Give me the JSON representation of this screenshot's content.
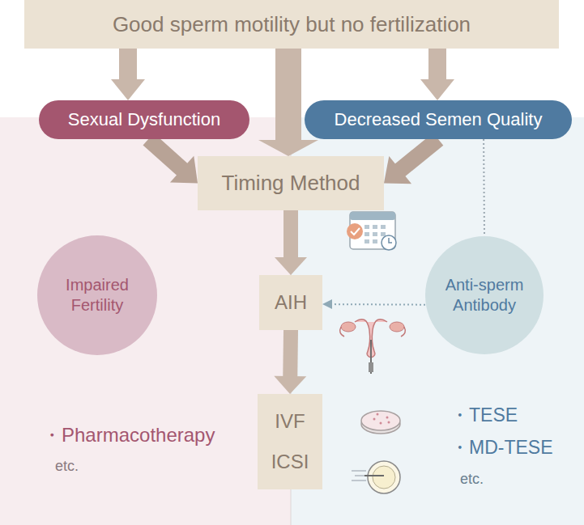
{
  "diagram": {
    "nodes": [
      {
        "text": [
          "Good sperm motility but no fertilization"
        ]
      },
      {
        "text": [
          "Sexual Dysfunction"
        ]
      },
      {
        "text": [
          "Decreased Semen Quality"
        ]
      },
      {
        "text": [
          "Timing Method"
        ]
      },
      {
        "text": [
          "Impaired Fertility"
        ]
      },
      {
        "text": [
          "AIH"
        ]
      },
      {
        "text": [
          "Anti-sperm Antibody"
        ]
      },
      {
        "text": [
          "IVF",
          "ICSI"
        ]
      }
    ],
    "edges": [
      {
        "from": 0,
        "to": 1,
        "arrow": "to"
      },
      {
        "from": 0,
        "to": 3,
        "arrow": "to"
      },
      {
        "from": 0,
        "to": 2,
        "arrow": "to"
      },
      {
        "from": 1,
        "to": 3,
        "arrow": "to"
      },
      {
        "from": 2,
        "to": 3,
        "arrow": "to"
      },
      {
        "from": 3,
        "to": 5,
        "arrow": "to"
      },
      {
        "from": 5,
        "to": 7,
        "arrow": "to"
      },
      {
        "from": 6,
        "to": 5,
        "arrow": "to"
      },
      {
        "from": 2,
        "to": 6,
        "arrow": "none"
      }
    ],
    "labels": [
      "・Pharmacotherapy",
      "etc.",
      "・TESE",
      "・MD-TESE",
      "etc."
    ]
  }
}
